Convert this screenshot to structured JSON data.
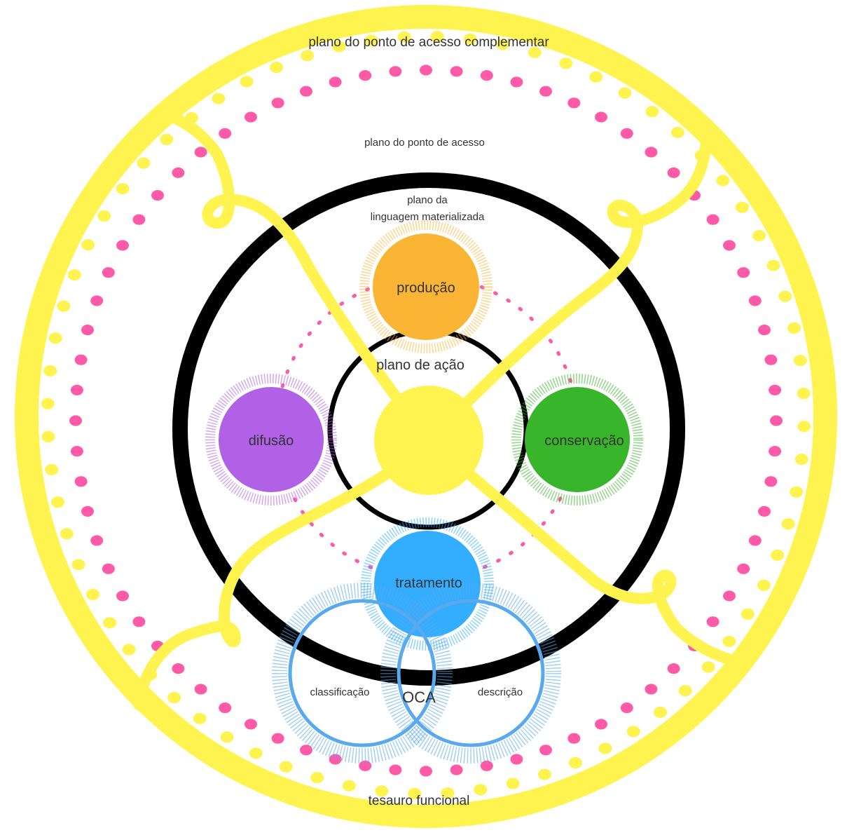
{
  "labels": {
    "outer_plane": "plano do ponto de acesso complementar",
    "access_plane": "plano do ponto de acesso",
    "language_plane_line1": "plano da",
    "language_plane_line2": "linguagem materializada",
    "action_plane": "plano de ação",
    "production": "produção",
    "conservation": "conservação",
    "treatment": "tratamento",
    "diffusion": "difusão",
    "classification": "classificação",
    "description": "descrição",
    "center": "OCA",
    "thesaurus": "tesauro funcional"
  },
  "colors": {
    "yellow": "#fff44f",
    "pink": "#ff5aa8",
    "black": "#000000",
    "production": "#fbb534",
    "conservation": "#38b52a",
    "treatment": "#33adff",
    "diffusion": "#b061e6",
    "venn_blue": "#5aa9ec"
  }
}
